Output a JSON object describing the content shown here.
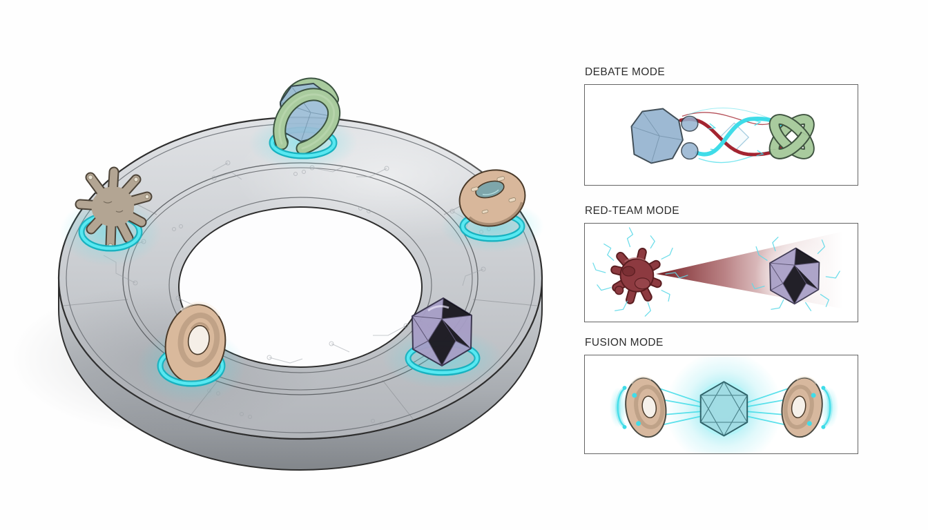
{
  "panels": [
    {
      "id": "debate",
      "label": "DEBATE MODE"
    },
    {
      "id": "redteam",
      "label": "RED-TEAM MODE"
    },
    {
      "id": "fusion",
      "label": "FUSION MODE"
    }
  ],
  "stage": {
    "platform": "circuit-ring-platform",
    "objects": [
      {
        "name": "knot-wrapped-polyhedron",
        "position": "top"
      },
      {
        "name": "splat-blob",
        "position": "left"
      },
      {
        "name": "reclined-torus",
        "position": "right"
      },
      {
        "name": "upright-torus",
        "position": "bottom-left"
      },
      {
        "name": "icosahedron",
        "position": "bottom-right"
      }
    ]
  },
  "colors": {
    "accent_cyan": "#3fdce8",
    "cyan_deep": "#17b2c0",
    "cyan_lite": "#58e8f1",
    "debate_red": "#a32430",
    "beam_red": "#6d1419",
    "blob_red": "#8d3a40",
    "knot_green": "#a9cb9e",
    "poly_blue": "#93b2cf",
    "poly_purple": "#a79ec6",
    "torus_tan": "#d8b79b",
    "splat_tan": "#b3a593",
    "label_color": "#2b2b2b",
    "panel_border": "#636363"
  }
}
